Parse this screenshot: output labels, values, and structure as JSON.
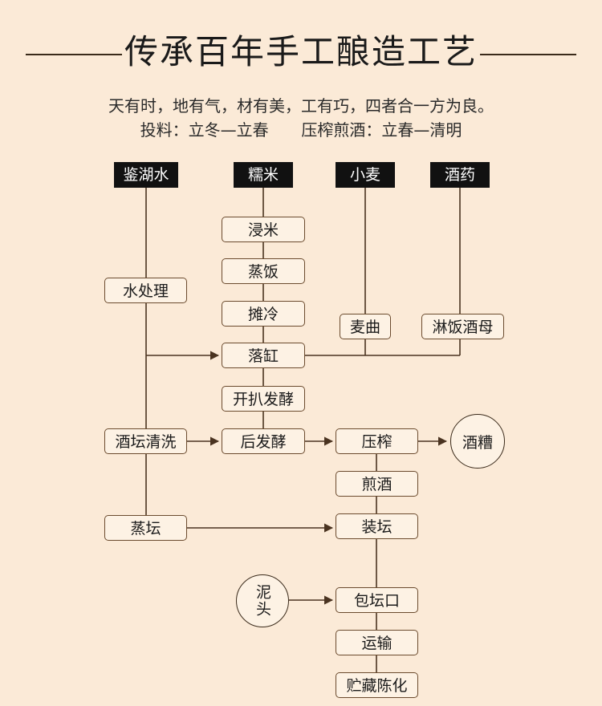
{
  "title": "传承百年手工酿造工艺",
  "subtitle_line1": "天有时，地有气，材有美，工有巧，四者合一方为良。",
  "subtitle_line2a": "投料：立冬—立春",
  "subtitle_line2b": "压榨煎酒：立春—清明",
  "colors": {
    "background": "#fbead7",
    "line": "#4a3320",
    "box_border": "#6b4b2e",
    "source_fill": "#111111"
  },
  "sources": {
    "water": "鉴湖水",
    "rice": "糯米",
    "wheat": "小麦",
    "medicine": "酒药"
  },
  "steps": {
    "soak": "浸米",
    "steam": "蒸饭",
    "cool": "摊冷",
    "vat": "落缸",
    "ferment1": "开扒发酵",
    "ferment2": "后发酵",
    "water_treat": "水处理",
    "wheat_qu": "麦曲",
    "yeast": "淋饭酒母",
    "jar_wash": "酒坛清洗",
    "press": "压榨",
    "boil": "煎酒",
    "steam_jar": "蒸坛",
    "fill": "装坛",
    "seal": "包坛口",
    "transport": "运输",
    "store": "贮藏陈化",
    "lees": "酒糟",
    "mud": "泥头"
  }
}
